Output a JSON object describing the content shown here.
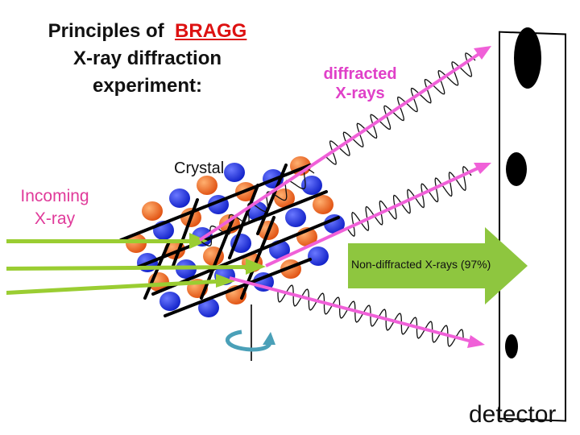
{
  "title": {
    "line1_prefix": "Principles of",
    "line1_highlight": "BRAGG",
    "line2": "X-ray diffraction",
    "line3": "experiment:"
  },
  "labels": {
    "diffracted_1": "diffracted",
    "diffracted_2": "X-rays",
    "crystal": "Crystal",
    "incoming_1": "Incoming",
    "incoming_2": "X-ray",
    "non_diffracted": "Non-diffracted X-rays (97%)",
    "detector": "detector"
  },
  "colors": {
    "incoming_beam": "#9acd32",
    "diffracted_beam": "#f060d8",
    "atom_blue": "#2233dd",
    "atom_orange": "#ee6622",
    "title_highlight": "#dd1111",
    "rotation_arrow": "#4aa0b8"
  },
  "icons": [
    "crystal-lattice",
    "rotation-arrow-icon",
    "detector-screen",
    "diffraction-spot"
  ]
}
